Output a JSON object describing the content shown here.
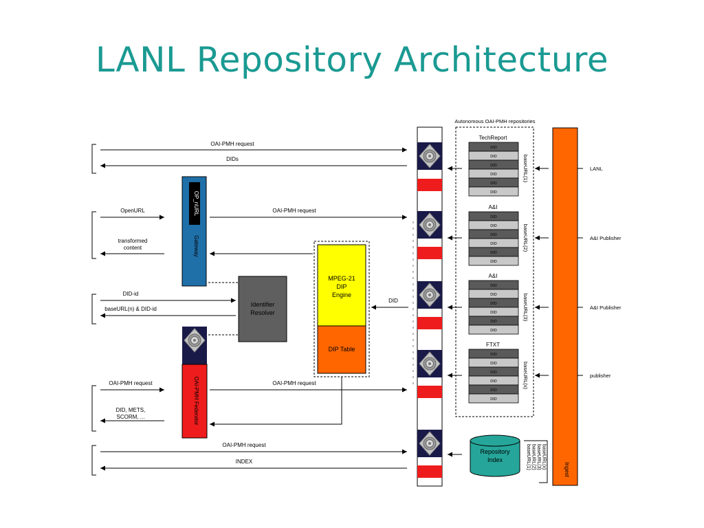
{
  "title": "LANL Repository Architecture",
  "colors": {
    "title": "#1a9a92",
    "gateway_blue": "#1f6fa8",
    "federator_red": "#ee1c1c",
    "resolver_gray": "#5f5f5f",
    "dip_yellow": "#ffff00",
    "dip_orange": "#ff6600",
    "ingest_orange": "#ff6600",
    "index_teal": "#26a69a",
    "did_dark": "#5a5a5a",
    "did_light": "#c8c8c8"
  },
  "labels": {
    "autonomous": "Autonomous OAI-PMH repositories",
    "oai_pmh_request": "OAI-PMH request",
    "dids": "DIDs",
    "openurl": "OpenURL",
    "transformed_1": "transformed",
    "transformed_2": "content",
    "did_id": "DID-id",
    "baseurl_did_id": "baseURL(n) & DID-id",
    "did_mets_1": "DID, METS,",
    "did_mets_2": "SCORM, ...",
    "index": "INDEX",
    "did": "DID",
    "gateway_box": "OP_nURL",
    "gateway_label": "Gateway",
    "federator_label": "OAI-PMH Federator",
    "resolver_1": "Identifier",
    "resolver_2": "Resolver",
    "dip_1": "MPEG-21",
    "dip_2": "DIP",
    "dip_3": "Engine",
    "dip_table": "DIP Table",
    "index_1": "Repository",
    "index_2": "Index",
    "ingest": "Ingest"
  },
  "repositories": [
    {
      "name": "TechReport",
      "baseurl": "baseURL(1)",
      "publisher": "LANL",
      "dids": [
        "DID",
        "DID",
        "DID",
        "DID",
        "DID",
        "DID"
      ]
    },
    {
      "name": "A&I",
      "baseurl": "baseURL(2)",
      "publisher": "A&I Publisher",
      "dids": [
        "DID",
        "DID",
        "DID",
        "DID",
        "DID",
        "DID"
      ]
    },
    {
      "name": "A&I",
      "baseurl": "baseURL(3)",
      "publisher": "A&I Publisher",
      "dids": [
        "DID",
        "DID",
        "DID",
        "DID",
        "DID",
        "DID"
      ]
    },
    {
      "name": "FTXT",
      "baseurl": "baseURL(x)",
      "publisher": "publisher",
      "dids": [
        "DID",
        "DID",
        "DID",
        "DID",
        "DID",
        "DID"
      ]
    }
  ],
  "index_baseurls": [
    "baseURL(1)",
    "baseURL(2)",
    "baseURL(3)",
    "baseURL(x)"
  ]
}
